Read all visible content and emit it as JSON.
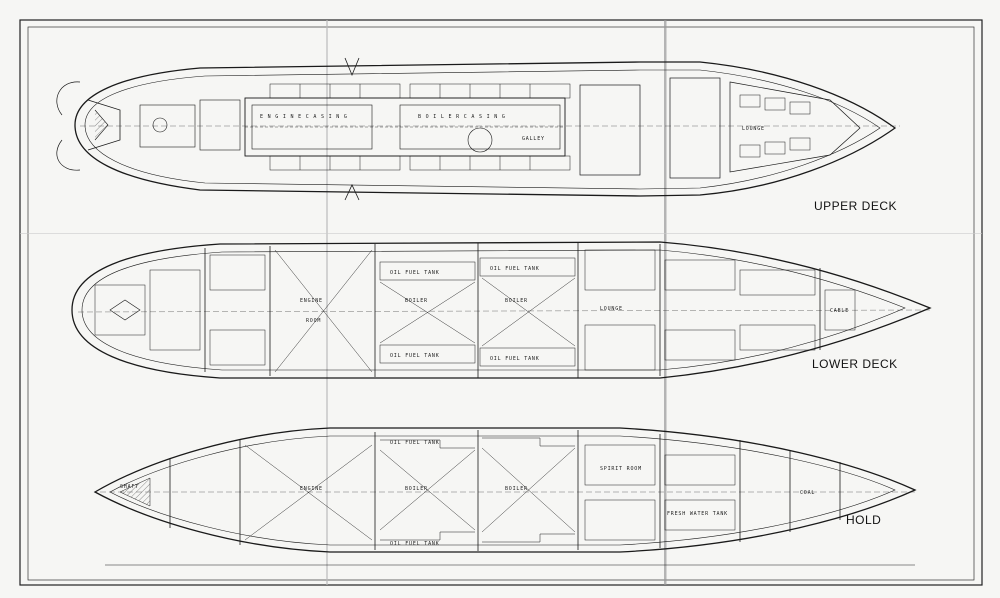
{
  "decks": {
    "upper": {
      "label": "UPPER DECK"
    },
    "lower": {
      "label": "LOWER DECK"
    },
    "hold": {
      "label": "HOLD"
    }
  },
  "room_labels": {
    "engine_casing": "E N G I N E   C A S I N G",
    "boiler_casing": "B O I L E R   C A S I N G",
    "galley": "GALLEY",
    "boiler_room_1": "BOILER",
    "boiler_room_2": "BOILER",
    "room": "ROOM",
    "engine_room": "ENGINE",
    "oil_fuel_tank": "OIL FUEL TANK",
    "lounge": "LOUNGE",
    "coal": "COAL",
    "spirit_room": "SPIRIT ROOM",
    "fresh_water_tank": "FRESH WATER TANK",
    "cable_tier": "CABLE",
    "shaft": "SHAFT"
  },
  "colors": {
    "paper": "#f6f6f4",
    "ink": "#1a1a1a",
    "border": "#222222"
  }
}
